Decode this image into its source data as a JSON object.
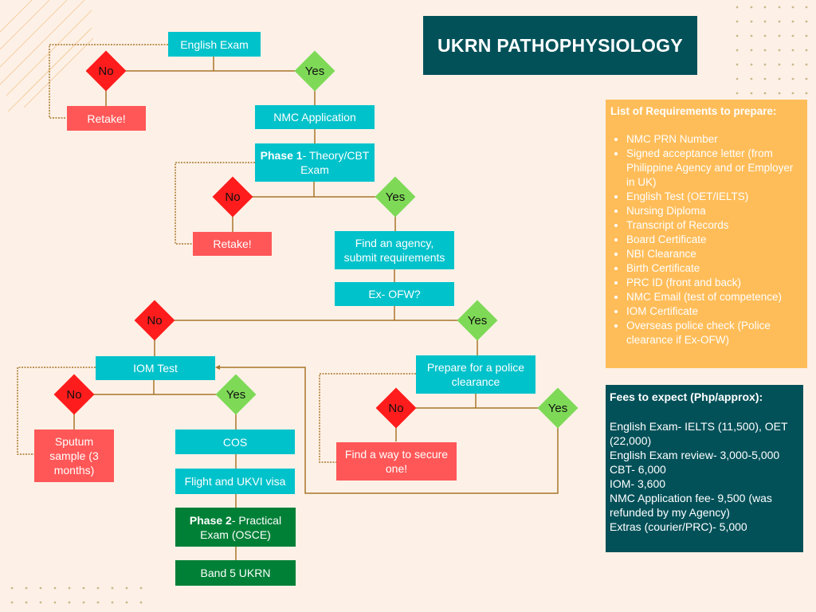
{
  "title": "UKRN PATHOPHYSIOLOGY",
  "flow": {
    "english_exam": "English Exam",
    "no_1": "No",
    "yes_1": "Yes",
    "retake_1": "Retake!",
    "nmc_application": "NMC Application",
    "phase1_bold": "Phase 1",
    "phase1_rest": "- Theory/CBT Exam",
    "no_2": "No",
    "yes_2": "Yes",
    "retake_2": "Retake!",
    "find_agency": "Find an agency, submit requirements",
    "ex_ofw": "Ex- OFW?",
    "no_3": "No",
    "yes_3": "Yes",
    "iom_test": "IOM Test",
    "no_4": "No",
    "yes_4": "Yes",
    "sputum": "Sputum sample (3 months)",
    "cos": "COS",
    "flight": "Flight and UKVI visa",
    "phase2_bold": "Phase 2",
    "phase2_rest": "- Practical Exam (OSCE)",
    "band5": "Band 5 UKRN",
    "police": "Prepare for a police clearance",
    "no_5": "No",
    "yes_5": "Yes",
    "secure": "Find a way to secure one!"
  },
  "requirements": {
    "heading": "List of Requirements to prepare:",
    "items": [
      "NMC PRN Number",
      "Signed acceptance letter (from Philippine Agency and or Employer in UK)",
      "English Test (OET/IELTS)",
      "Nursing Diploma",
      "Transcript of Records",
      "Board Certificate",
      "NBI Clearance",
      "Birth Certificate",
      "PRC ID (front and back)",
      "NMC Email (test of competence)",
      "IOM Certificate",
      "Overseas police check (Police clearance if Ex-OFW)"
    ]
  },
  "fees": {
    "heading": "Fees to expect (Php/approx):",
    "lines": [
      "English Exam- IELTS (11,500), OET (22,000)",
      "English Exam review- 3,000-5,000",
      "CBT- 6,000",
      "IOM- 3,600",
      "NMC Application fee- 9,500 (was refunded by my Agency)",
      "Extras (courier/PRC)- 5,000"
    ]
  },
  "colors": {
    "teal": "#00c2cb",
    "red": "#ff5757",
    "green": "#008037",
    "dark_teal": "#025159",
    "orange": "#ffbd59",
    "connector": "#a8752a"
  }
}
